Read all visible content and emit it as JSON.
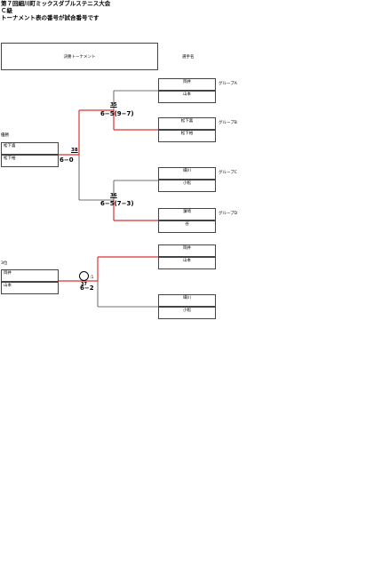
{
  "header": {
    "title": "第７回細川町ミックスダブルステニス大会",
    "class": "Ｃ級",
    "note": "トーナメント表の番号が試合番号です"
  },
  "labels": {
    "tournament": "決勝トーナメント",
    "player_name": "選手名",
    "champion": "優勝",
    "third": "3位"
  },
  "final_top": {
    "slots": [
      {
        "name": "岡井",
        "group": "グループA"
      },
      {
        "name": "山本",
        "group": ""
      },
      {
        "name": "松下喜",
        "group": "グループB"
      },
      {
        "name": "松下裕",
        "group": ""
      },
      {
        "name": "細川",
        "group": "グループC"
      },
      {
        "name": "小松",
        "group": ""
      },
      {
        "name": "濵崎",
        "group": "グループD"
      },
      {
        "name": "谷",
        "group": ""
      }
    ],
    "matches": [
      {
        "no": "35",
        "score": "6−5(9−7)"
      },
      {
        "no": "36",
        "score": "6−5(7−3)"
      },
      {
        "no": "38",
        "score": "6−0"
      }
    ],
    "winner": [
      "松下喜",
      "松下裕"
    ]
  },
  "third_place": {
    "slots": [
      {
        "name": "岡井"
      },
      {
        "name": "山本"
      },
      {
        "name": "細川"
      },
      {
        "name": "小松"
      }
    ],
    "match": {
      "no": "37",
      "suffix": ":1",
      "score": "6−2"
    },
    "winner": [
      "岡井",
      "山本"
    ]
  }
}
